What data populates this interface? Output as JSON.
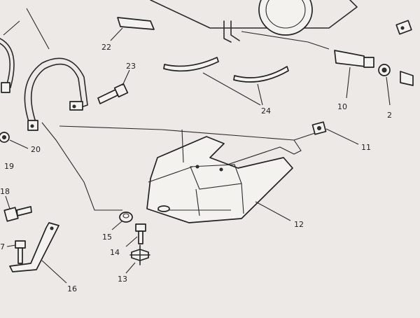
{
  "diagram": {
    "callouts": [
      {
        "key": "c22",
        "label": "22"
      },
      {
        "key": "c23",
        "label": "23"
      },
      {
        "key": "c24",
        "label": "24"
      },
      {
        "key": "c10",
        "label": "10"
      },
      {
        "key": "c2",
        "label": "2"
      },
      {
        "key": "c11",
        "label": "11"
      },
      {
        "key": "c20",
        "label": "20"
      },
      {
        "key": "c19",
        "label": "19"
      },
      {
        "key": "c18",
        "label": "18"
      },
      {
        "key": "c17",
        "label": "7"
      },
      {
        "key": "c16",
        "label": "16"
      },
      {
        "key": "c15",
        "label": "15"
      },
      {
        "key": "c14",
        "label": "14"
      },
      {
        "key": "c13",
        "label": "13"
      },
      {
        "key": "c12",
        "label": "12"
      }
    ]
  },
  "colors": {
    "paper": "#ece9e6",
    "ink": "#2a2a2a"
  }
}
